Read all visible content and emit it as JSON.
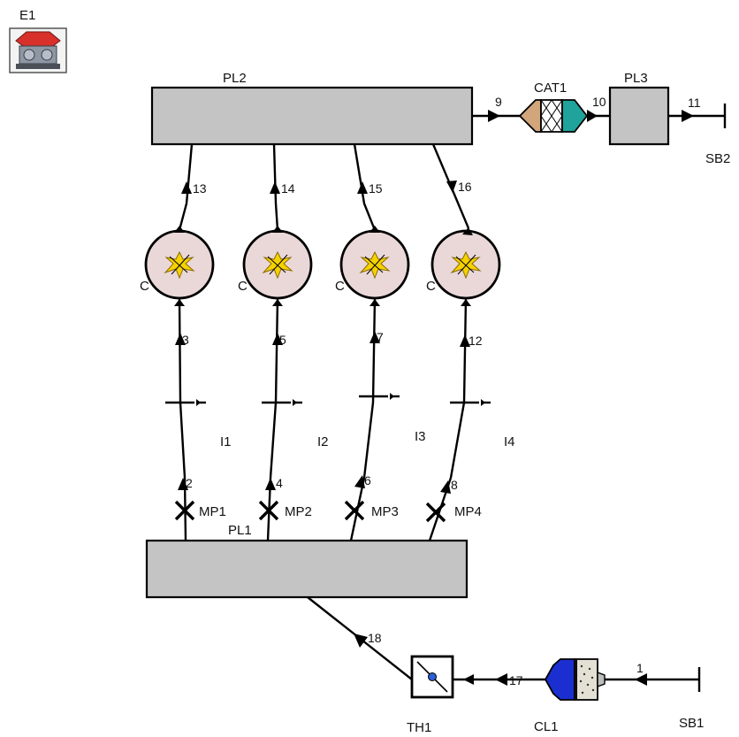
{
  "components": {
    "engine": "E1",
    "intake_plenum": "PL1",
    "exhaust_plenum": "PL2",
    "outlet_plenum": "PL3",
    "catalyst": "CAT1",
    "throttle": "TH1",
    "air_cleaner": "CL1",
    "inlet_boundary": "SB1",
    "outlet_boundary": "SB2",
    "cylinders": [
      "C",
      "C",
      "C",
      "C"
    ],
    "injectors": [
      "I1",
      "I2",
      "I3",
      "I4"
    ],
    "measuring_points": [
      "MP1",
      "MP2",
      "MP3",
      "MP4"
    ]
  },
  "pipes": {
    "exhaust_runners": [
      "13",
      "14",
      "15",
      "16"
    ],
    "intake_upper": [
      "3",
      "5",
      "7",
      "12"
    ],
    "intake_lower": [
      "2",
      "4",
      "6",
      "8"
    ],
    "p9": "9",
    "p10": "10",
    "p11": "11",
    "p18": "18",
    "p17": "17",
    "p1": "1"
  },
  "colors": {
    "plenum_fill": "#c4c4c4",
    "cylinder_fill": "#ead8d8",
    "spark": "#f5d200",
    "catalyst_body": "#d2a57a",
    "catalyst_teal": "#1fa39a",
    "cleaner_blue": "#1b2fd0",
    "cleaner_filter": "#e4e0d4",
    "engine_red": "#d8302a"
  }
}
